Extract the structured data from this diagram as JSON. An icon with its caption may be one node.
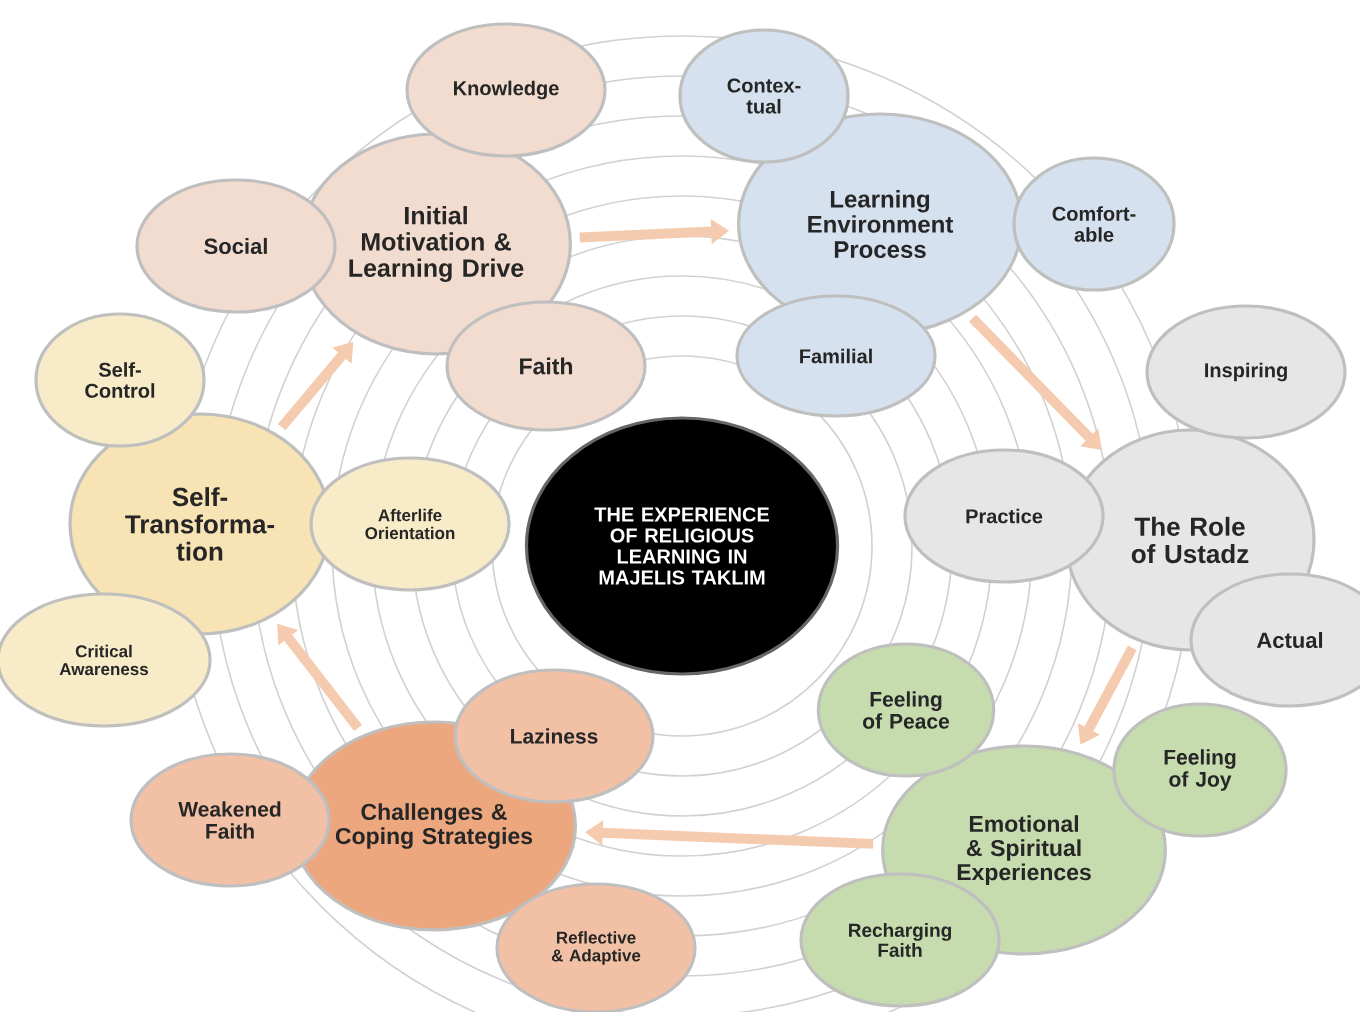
{
  "diagram": {
    "nodes": [
      {
        "text": [
          "THE EXPERIENCE OF RELIGIOUS LEARNING IN MAJELIS TAKLIM"
        ]
      },
      {
        "text": [
          "Initial Motivation & Learning Drive"
        ]
      },
      {
        "text": [
          "Knowledge"
        ]
      },
      {
        "text": [
          "Social"
        ]
      },
      {
        "text": [
          "Faith"
        ]
      },
      {
        "text": [
          "Learning Environment Process"
        ]
      },
      {
        "text": [
          "Contex- tual"
        ]
      },
      {
        "text": [
          "Comfort- able"
        ]
      },
      {
        "text": [
          "Familial"
        ]
      },
      {
        "text": [
          "The Role of Ustadz"
        ]
      },
      {
        "text": [
          "Inspiring"
        ]
      },
      {
        "text": [
          "Practice"
        ]
      },
      {
        "text": [
          "Actual"
        ]
      },
      {
        "text": [
          "Emotional & Spiritual Experiences"
        ]
      },
      {
        "text": [
          "Feeling of Peace"
        ]
      },
      {
        "text": [
          "Feeling of Joy"
        ]
      },
      {
        "text": [
          "Recharging Faith"
        ]
      },
      {
        "text": [
          "Challenges & Coping Strategies"
        ]
      },
      {
        "text": [
          "Laziness"
        ]
      },
      {
        "text": [
          "Weakened Faith"
        ]
      },
      {
        "text": [
          "Reflective & Adaptive"
        ]
      },
      {
        "text": [
          "Self- Transforma- tion"
        ]
      },
      {
        "text": [
          "Self- Control"
        ]
      },
      {
        "text": [
          "Afterlife Orientation"
        ]
      },
      {
        "text": [
          "Critical Awareness"
        ]
      }
    ],
    "edges": [
      {
        "from": 1,
        "to": 5,
        "arrow": "to"
      },
      {
        "from": 5,
        "to": 9,
        "arrow": "to"
      },
      {
        "from": 9,
        "to": 13,
        "arrow": "to"
      },
      {
        "from": 13,
        "to": 17,
        "arrow": "to"
      },
      {
        "from": 17,
        "to": 21,
        "arrow": "to"
      },
      {
        "from": 21,
        "to": 1,
        "arrow": "to"
      }
    ]
  }
}
